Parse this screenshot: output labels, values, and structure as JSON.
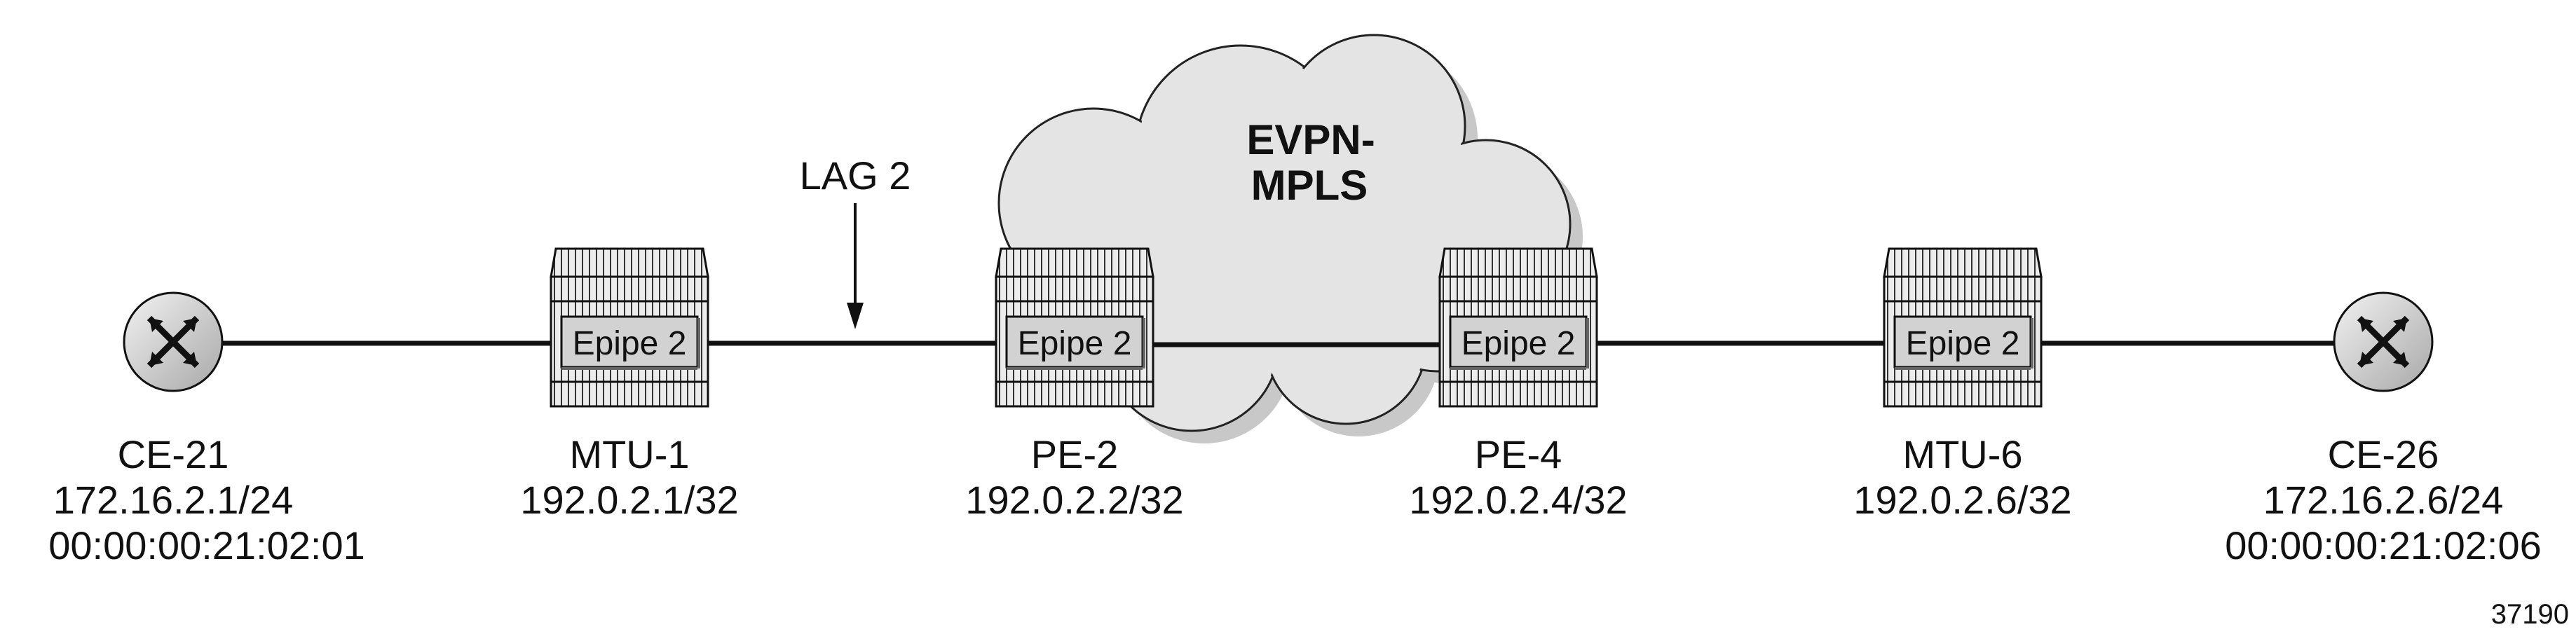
{
  "cloud": {
    "line1": "EVPN-",
    "line2": "MPLS"
  },
  "lag_label": "LAG 2",
  "nodes": [
    {
      "name": "CE-21",
      "ip": "172.16.2.1/24",
      "mac": "00:00:00:21:02:01",
      "icon": "router-icon"
    },
    {
      "name": "MTU-1",
      "ip": "192.0.2.1/32",
      "service": "Epipe 2",
      "icon": "switch-icon"
    },
    {
      "name": "PE-2",
      "ip": "192.0.2.2/32",
      "service": "Epipe 2",
      "icon": "switch-icon"
    },
    {
      "name": "PE-4",
      "ip": "192.0.2.4/32",
      "service": "Epipe 2",
      "icon": "switch-icon"
    },
    {
      "name": "MTU-6",
      "ip": "192.0.2.6/32",
      "service": "Epipe 2",
      "icon": "switch-icon"
    },
    {
      "name": "CE-26",
      "ip": "172.16.2.6/24",
      "mac": "00:00:00:21:02:06",
      "icon": "router-icon"
    }
  ],
  "figure_id": "37190",
  "colors": {
    "cloud": "#e4e4e4",
    "cloud_shadow": "#c8c8c8",
    "device": "#d6d6d6",
    "line": "#111111"
  }
}
